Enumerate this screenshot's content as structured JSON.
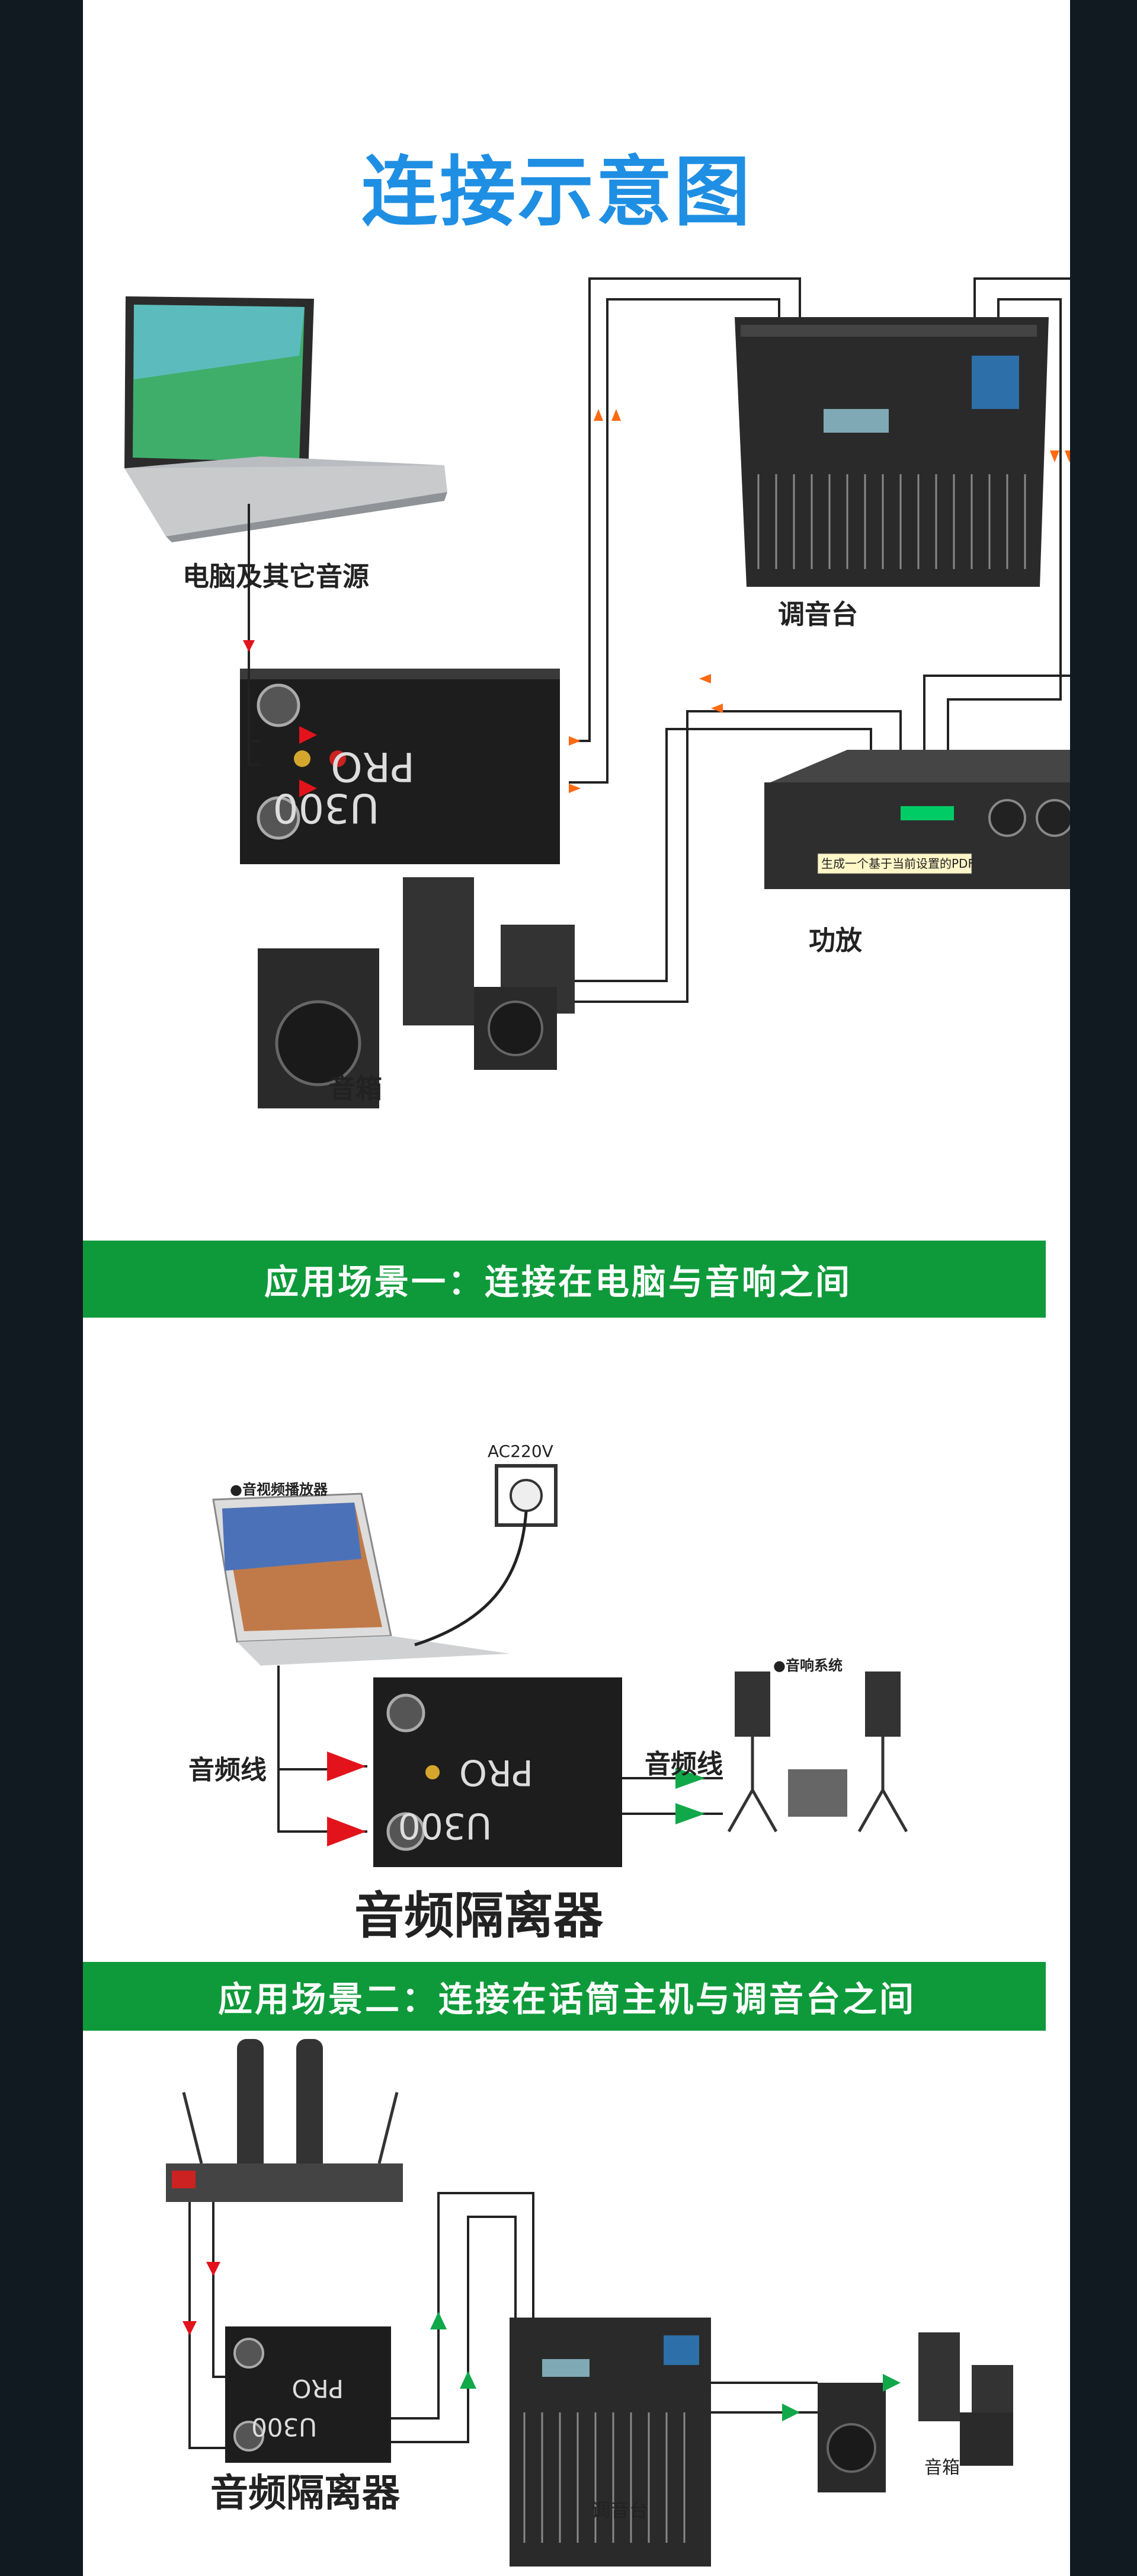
{
  "section1": {
    "title": "连接示意图",
    "label_computer": "电脑及其它音源",
    "label_mixer": "调音台",
    "label_amp": "功放",
    "label_speakers": "音箱",
    "amp_popup": "生成一个基于当前设置的PDF",
    "box_brand": "PRO",
    "box_model": "U300"
  },
  "section2": {
    "banner": "应用场景一：连接在电脑与音响之间",
    "label_power": "AC220V",
    "label_player": "●音视频播放器",
    "label_sound_system": "●音响系统",
    "label_cable_in": "音频线",
    "label_cable_out": "音频线",
    "label_device": "音频隔离器"
  },
  "section3": {
    "banner": "应用场景二：连接在话筒主机与调音台之间",
    "label_device": "音频隔离器",
    "label_mixer": "调音台",
    "label_speakers": "音箱"
  },
  "colors": {
    "title_blue": "#1f8fe3",
    "banner_green": "#0e9a3a",
    "arrow_orange": "#ff6a13",
    "arrow_red": "#e3131b",
    "arrow_green": "#11a84a"
  }
}
